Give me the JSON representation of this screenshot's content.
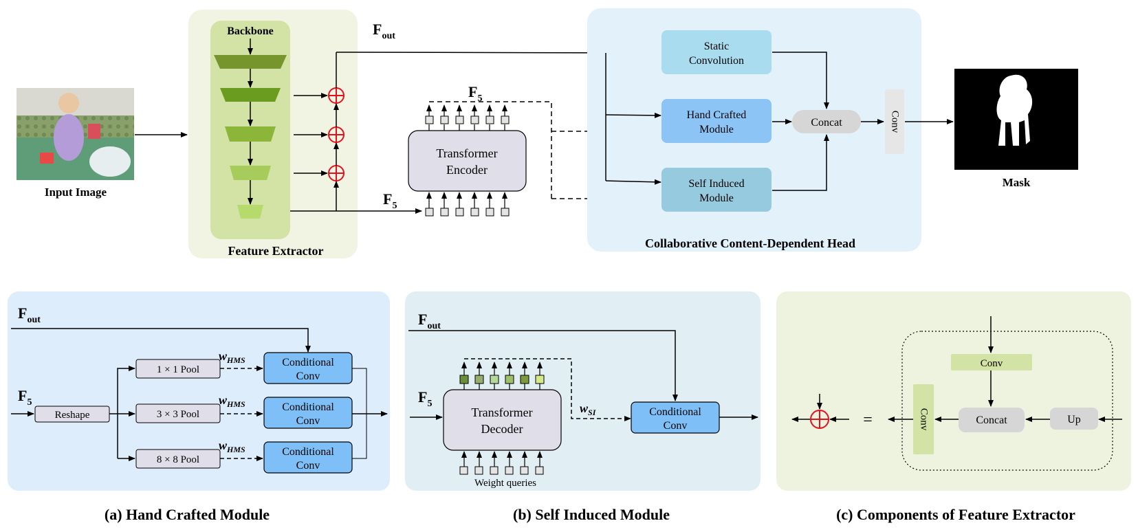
{
  "top": {
    "input_image_label": "Input Image",
    "backbone_label": "Backbone",
    "feature_extractor_label": "Feature Extractor",
    "fout_main": "F",
    "fout_sub": "out",
    "f5_main": "F",
    "f5_sub": "5",
    "transformer_encoder_line1": "Transformer",
    "transformer_encoder_line2": "Encoder",
    "static_conv_line1": "Static",
    "static_conv_line2": "Convolution",
    "hand_crafted_line1": "Hand Crafted",
    "hand_crafted_line2": "Module",
    "self_induced_line1": "Self Induced",
    "self_induced_line2": "Module",
    "concat_label": "Concat",
    "conv_label": "Conv",
    "mask_label": "Mask",
    "head_label": "Collaborative Content-Dependent Head"
  },
  "panel_a": {
    "fout_main": "F",
    "fout_sub": "out",
    "f5_main": "F",
    "f5_sub": "5",
    "reshape_label": "Reshape",
    "pool1_label": "1 × 1 Pool",
    "pool3_label": "3 × 3 Pool",
    "pool8_label": "8 × 8 Pool",
    "w_main": "w",
    "w_sub": "HMS",
    "cond_conv_line1": "Conditional",
    "cond_conv_line2": "Conv",
    "caption": "(a) Hand Crafted Module"
  },
  "panel_b": {
    "fout_main": "F",
    "fout_sub": "out",
    "f5_main": "F",
    "f5_sub": "5",
    "decoder_line1": "Transformer",
    "decoder_line2": "Decoder",
    "w_main": "w",
    "w_sub": "SI",
    "cond_conv_line1": "Conditional",
    "cond_conv_line2": "Conv",
    "weight_queries_label": "Weight queries",
    "caption": "(b) Self Induced Module"
  },
  "panel_c": {
    "equals": "=",
    "conv_top_label": "Conv",
    "conv_side_label": "Conv",
    "concat_label": "Concat",
    "up_label": "Up",
    "caption": "(c) Components of Feature Extractor"
  },
  "colors": {
    "feature_panel_bg": "#f1f4e3",
    "backbone_bg": "#d3e2a5",
    "head_panel_bg": "#e3f1fa",
    "static_conv": "#a9dcef",
    "hand_crafted": "#8cc4f5",
    "self_induced": "#96cade",
    "concat_gray": "#d6d6d6",
    "encoder_fill": "#e0dfe9",
    "panel_a_bg": "#deedfc",
    "panel_b_bg": "#e1eff5",
    "panel_c_bg": "#eef3df",
    "cond_conv": "#7fbff7",
    "plus_red": "#e3101c"
  }
}
